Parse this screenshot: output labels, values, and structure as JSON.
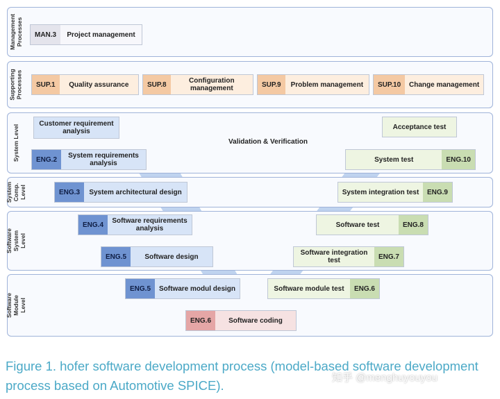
{
  "levels": {
    "management": "Management Processes",
    "supporting": "Supporting Processes",
    "system": "System Level",
    "system_comp": "System Comp. Level",
    "software_system": "Software System Level",
    "software_module": "Software Module Level"
  },
  "management": {
    "code": "MAN.3",
    "label": "Project management"
  },
  "supporting": [
    {
      "code": "SUP.1",
      "label": "Quality assurance"
    },
    {
      "code": "SUP.8",
      "label": "Configuration management"
    },
    {
      "code": "SUP.9",
      "label": "Problem management"
    },
    {
      "code": "SUP.10",
      "label": "Change management"
    }
  ],
  "left_side": [
    {
      "code": "",
      "label": "Customer requirement analysis"
    },
    {
      "code": "ENG.2",
      "label": "System requirements analysis"
    },
    {
      "code": "ENG.3",
      "label": "System architectural design"
    },
    {
      "code": "ENG.4",
      "label": "Software requirements analysis"
    },
    {
      "code": "ENG.5",
      "label": "Software design"
    },
    {
      "code": "ENG.5",
      "label": "Software modul design"
    }
  ],
  "right_side": [
    {
      "code": "",
      "label": "Acceptance test"
    },
    {
      "code": "ENG.10",
      "label": "System test"
    },
    {
      "code": "ENG.9",
      "label": "System integration test"
    },
    {
      "code": "ENG.8",
      "label": "Software test"
    },
    {
      "code": "ENG.7",
      "label": "Software integration test"
    },
    {
      "code": "ENG.6",
      "label": "Software module test"
    }
  ],
  "bottom": {
    "code": "ENG.6",
    "label": "Software coding"
  },
  "validation_arrow": "Validation & Verification",
  "caption": "Figure 1. hofer software development process (model-based software development process based on Automotive SPICE).",
  "watermark": "知乎 @menghuyouyou",
  "colors": {
    "band_border": "#9fb3d9",
    "v_fill": "#a9c4ea",
    "left_code": "#6f93d1",
    "right_code": "#c9ddb2",
    "support_code": "#f4c9a3",
    "caption": "#4ba9c7"
  }
}
